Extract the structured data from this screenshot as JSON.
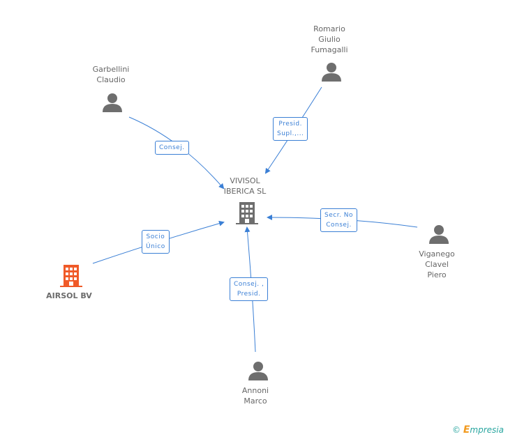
{
  "nodes": {
    "center": {
      "name": "VIVISOL\nIBERICA  SL"
    },
    "airsol": {
      "name": "AIRSOL BV"
    },
    "garbellini": {
      "name": "Garbellini\nClaudio"
    },
    "romario": {
      "name": "Romario\nGiulio\nFumagalli"
    },
    "viganego": {
      "name": "Viganego\nClavel\nPiero"
    },
    "annoni": {
      "name": "Annoni\nMarco"
    }
  },
  "edges": {
    "consej": "Consej.",
    "presid_supl": "Presid.\nSupl.,...",
    "secr_no_consej": "Secr. No\nConsej.",
    "socio_unico": "Socio\nÚnico",
    "consej_presid": "Consej. ,\nPresid."
  },
  "footer": {
    "copyright": "©",
    "brand_initial": "E",
    "brand_rest": "mpresia"
  },
  "colors": {
    "edge": "#3a7fd5",
    "person_icon": "#6e6e6e",
    "company_icon": "#6e6e6e",
    "highlight_company": "#f05a28"
  }
}
